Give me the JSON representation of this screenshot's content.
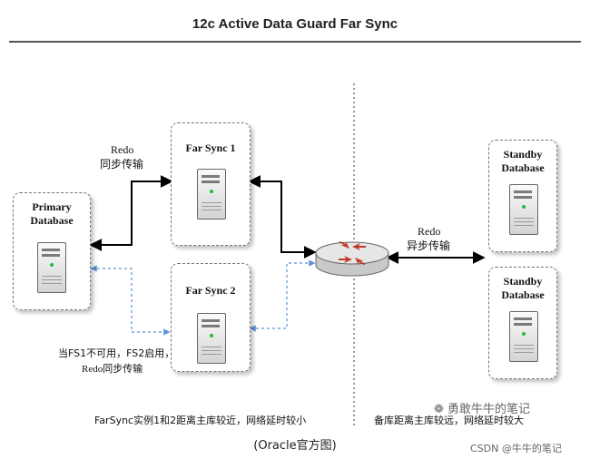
{
  "title": "12c Active Data Guard Far Sync",
  "nodes": {
    "primary": {
      "label_line1": "Primary",
      "label_line2": "Database"
    },
    "farsync1": {
      "label": "Far Sync 1"
    },
    "farsync2": {
      "label": "Far Sync 2"
    },
    "standby1": {
      "label_line1": "Standby",
      "label_line2": "Database"
    },
    "standby2": {
      "label_line1": "Standby",
      "label_line2": "Database"
    }
  },
  "labels": {
    "redo_sync_line1": "Redo",
    "redo_sync_line2": "同步传输",
    "redo_async_line1": "Redo",
    "redo_async_line2": "异步传输",
    "fs2_note_line1": "当FS1不可用，FS2启用，",
    "fs2_note_line2": "Redo同步传输",
    "bottom_left_note": "FarSync实例1和2距离主库较近，网络延时较小",
    "bottom_right_note": "备库距离主库较远，网络延时较大"
  },
  "caption": "(Oracle官方图)",
  "watermarks": {
    "wechat": "勇敢牛牛的笔记",
    "csdn": "CSDN @牛牛的笔记"
  },
  "colors": {
    "solid_link": "#000000",
    "dashed_link": "#5b8fd6",
    "router_arrows": "#c0392b"
  }
}
